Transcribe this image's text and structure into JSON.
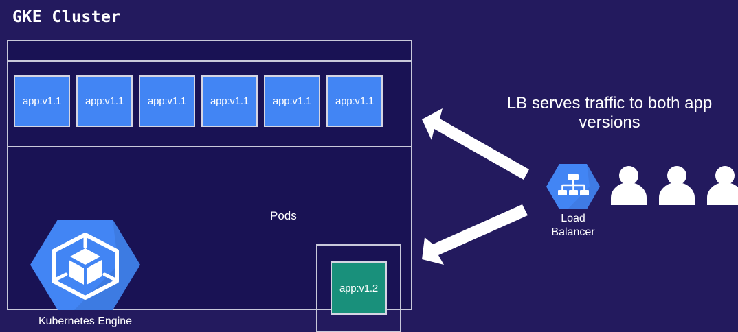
{
  "colors": {
    "background": "#231a5e",
    "cluster_fill": "#191254",
    "border": "#c8c8da",
    "pod_blue": "#4285f4",
    "pod_green": "#19907b",
    "text": "#ffffff",
    "hexagon_blue": "#4285f4",
    "hexagon_shadow": "#3b72d4"
  },
  "cluster": {
    "title": "GKE Cluster",
    "pods_label": "Pods",
    "pods": [
      {
        "label": "app:v1.1"
      },
      {
        "label": "app:v1.1"
      },
      {
        "label": "app:v1.1"
      },
      {
        "label": "app:v1.1"
      },
      {
        "label": "app:v1.1"
      },
      {
        "label": "app:v1.1"
      }
    ],
    "canary": {
      "label": "app:v1.2"
    },
    "engine": {
      "label": "Kubernetes Engine",
      "icon": "kubernetes-engine-hexagon-icon"
    }
  },
  "annotation": {
    "line1": "LB serves traffic to both app",
    "line2": "versions"
  },
  "load_balancer": {
    "label": "Load\nBalancer",
    "icon": "load-balancer-hexagon-icon"
  },
  "users": {
    "icon": "user-silhouette-icon",
    "count": 3
  },
  "arrows": [
    {
      "name": "arrow-lb-to-v1-1",
      "direction": "up-left"
    },
    {
      "name": "arrow-lb-to-v1-2",
      "direction": "down-left"
    }
  ]
}
